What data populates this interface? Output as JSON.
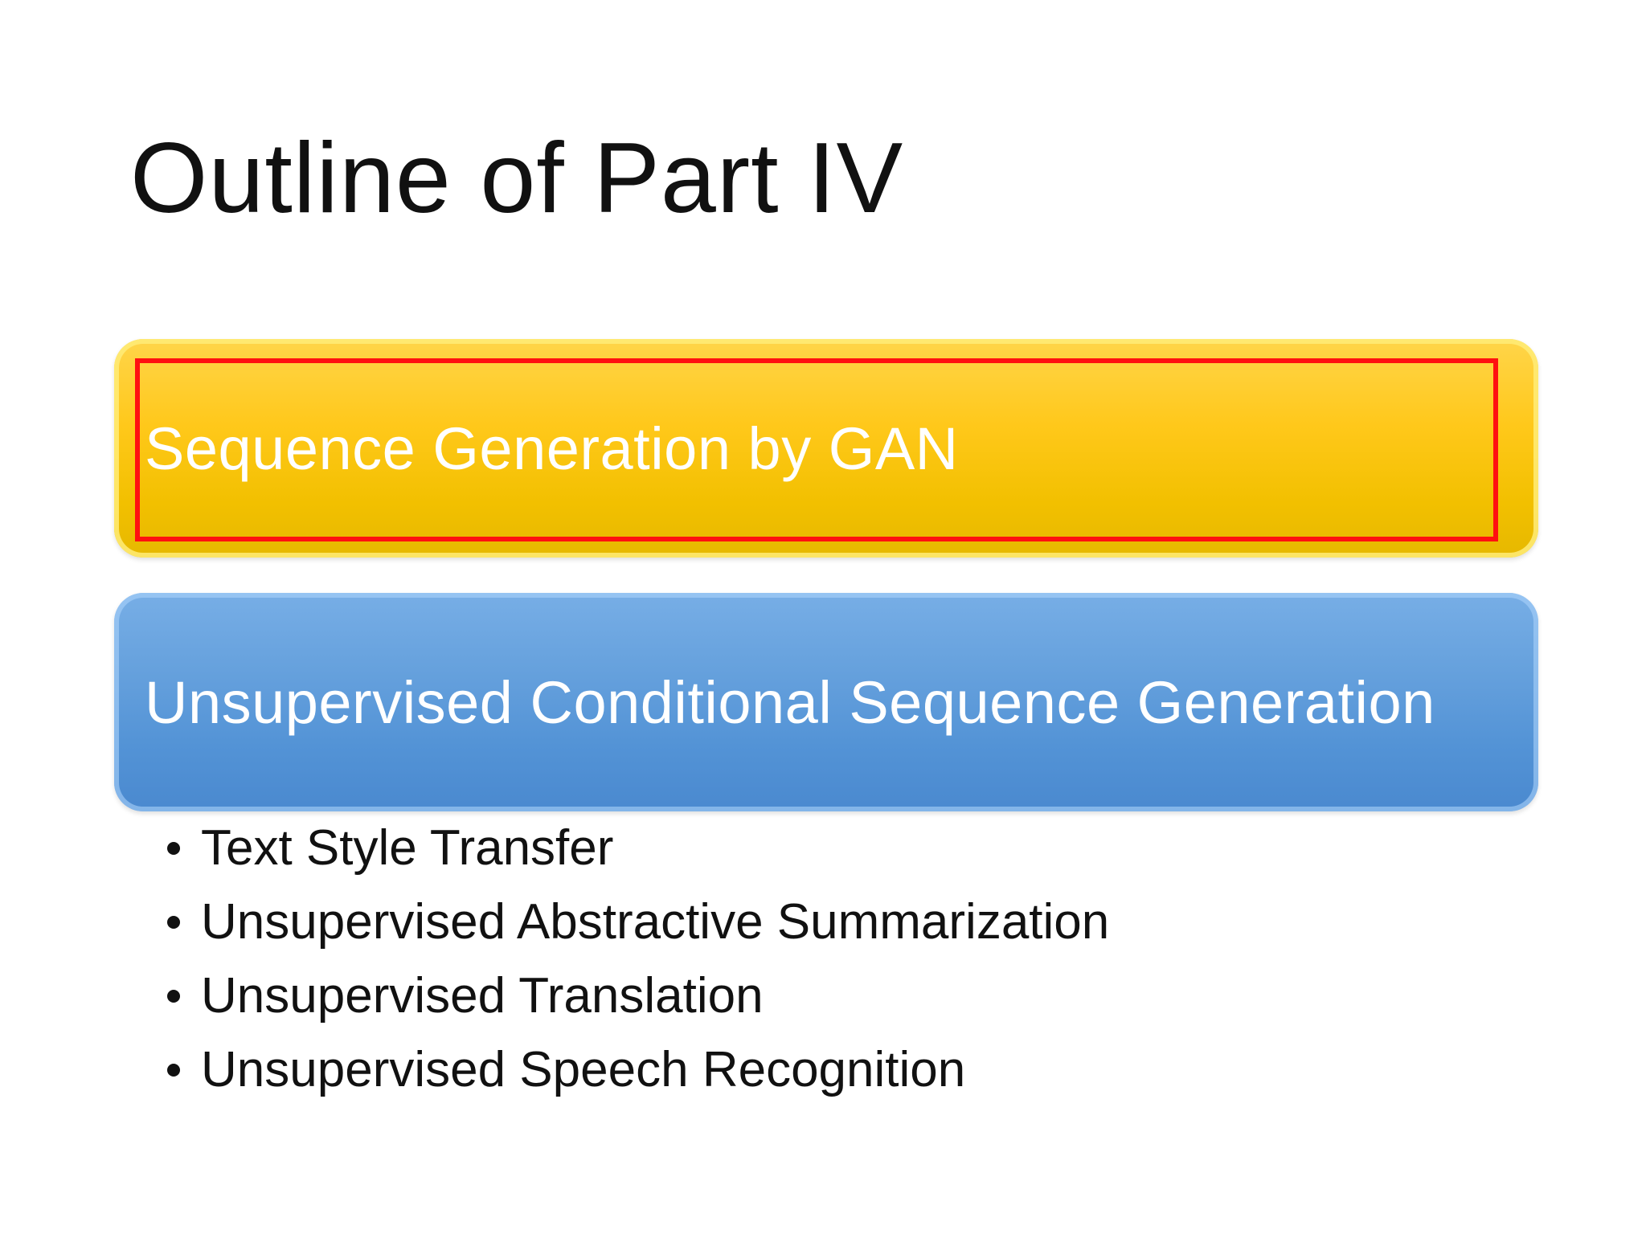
{
  "slide": {
    "title": "Outline of Part IV",
    "sections": [
      {
        "label": "Sequence Generation by GAN",
        "color": "#ffc81a",
        "highlighted": true
      },
      {
        "label": "Unsupervised Conditional Sequence Generation",
        "color": "#5b9bd9",
        "highlighted": false
      }
    ],
    "bullets": [
      "Text Style Transfer",
      "Unsupervised Abstractive Summarization",
      "Unsupervised Translation",
      "Unsupervised Speech Recognition"
    ],
    "highlight_color": "#ff1010"
  }
}
